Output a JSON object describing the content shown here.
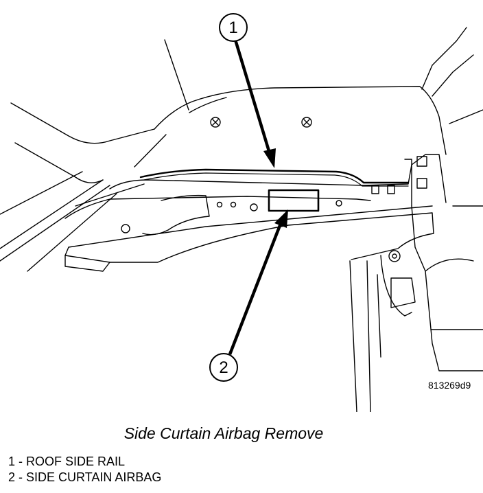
{
  "figure": {
    "id": "813269d9",
    "callouts": [
      {
        "number": "1"
      },
      {
        "number": "2"
      }
    ]
  },
  "caption": "Side Curtain Airbag Remove",
  "legend": [
    {
      "text": "1 - ROOF SIDE RAIL"
    },
    {
      "text": "2 - SIDE CURTAIN AIRBAG"
    }
  ],
  "colors": {
    "ink": "#000000",
    "paper": "#ffffff"
  }
}
